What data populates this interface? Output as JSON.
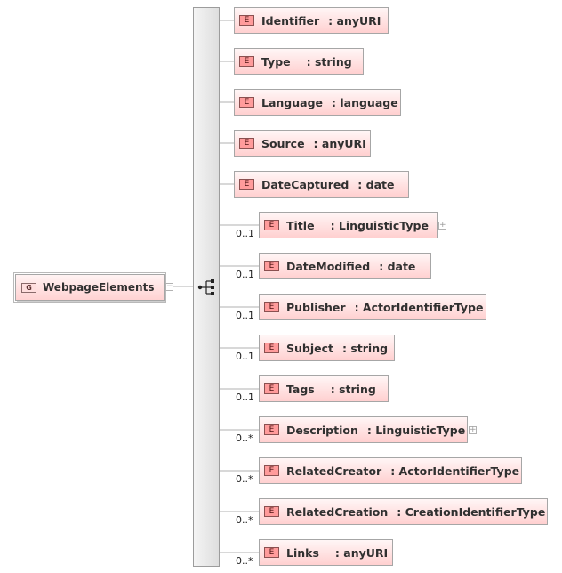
{
  "group": {
    "badge": "G",
    "name": "WebpageElements"
  },
  "elements": [
    {
      "badge": "E",
      "name": "Identifier",
      "type": ": anyURI",
      "cardinality": ""
    },
    {
      "badge": "E",
      "name": "Type",
      "type": ": string",
      "cardinality": ""
    },
    {
      "badge": "E",
      "name": "Language",
      "type": ": language",
      "cardinality": ""
    },
    {
      "badge": "E",
      "name": "Source",
      "type": ": anyURI",
      "cardinality": ""
    },
    {
      "badge": "E",
      "name": "DateCaptured",
      "type": ": date",
      "cardinality": ""
    },
    {
      "badge": "E",
      "name": "Title",
      "type": ": LinguisticType",
      "cardinality": "0..1"
    },
    {
      "badge": "E",
      "name": "DateModified",
      "type": ": date",
      "cardinality": "0..1"
    },
    {
      "badge": "E",
      "name": "Publisher",
      "type": ": ActorIdentifierType",
      "cardinality": "0..1"
    },
    {
      "badge": "E",
      "name": "Subject",
      "type": ": string",
      "cardinality": "0..1"
    },
    {
      "badge": "E",
      "name": "Tags",
      "type": ": string",
      "cardinality": "0..1"
    },
    {
      "badge": "E",
      "name": "Description",
      "type": ": LinguisticType",
      "cardinality": "0..*"
    },
    {
      "badge": "E",
      "name": "RelatedCreator",
      "type": ": ActorIdentifierType",
      "cardinality": "0..*"
    },
    {
      "badge": "E",
      "name": "RelatedCreation",
      "type": ": CreationIdentifierType",
      "cardinality": "0..*"
    },
    {
      "badge": "E",
      "name": "Links",
      "type": ": anyURI",
      "cardinality": "0..*"
    }
  ],
  "expanders": {
    "collapse": "−",
    "expand": "+"
  }
}
